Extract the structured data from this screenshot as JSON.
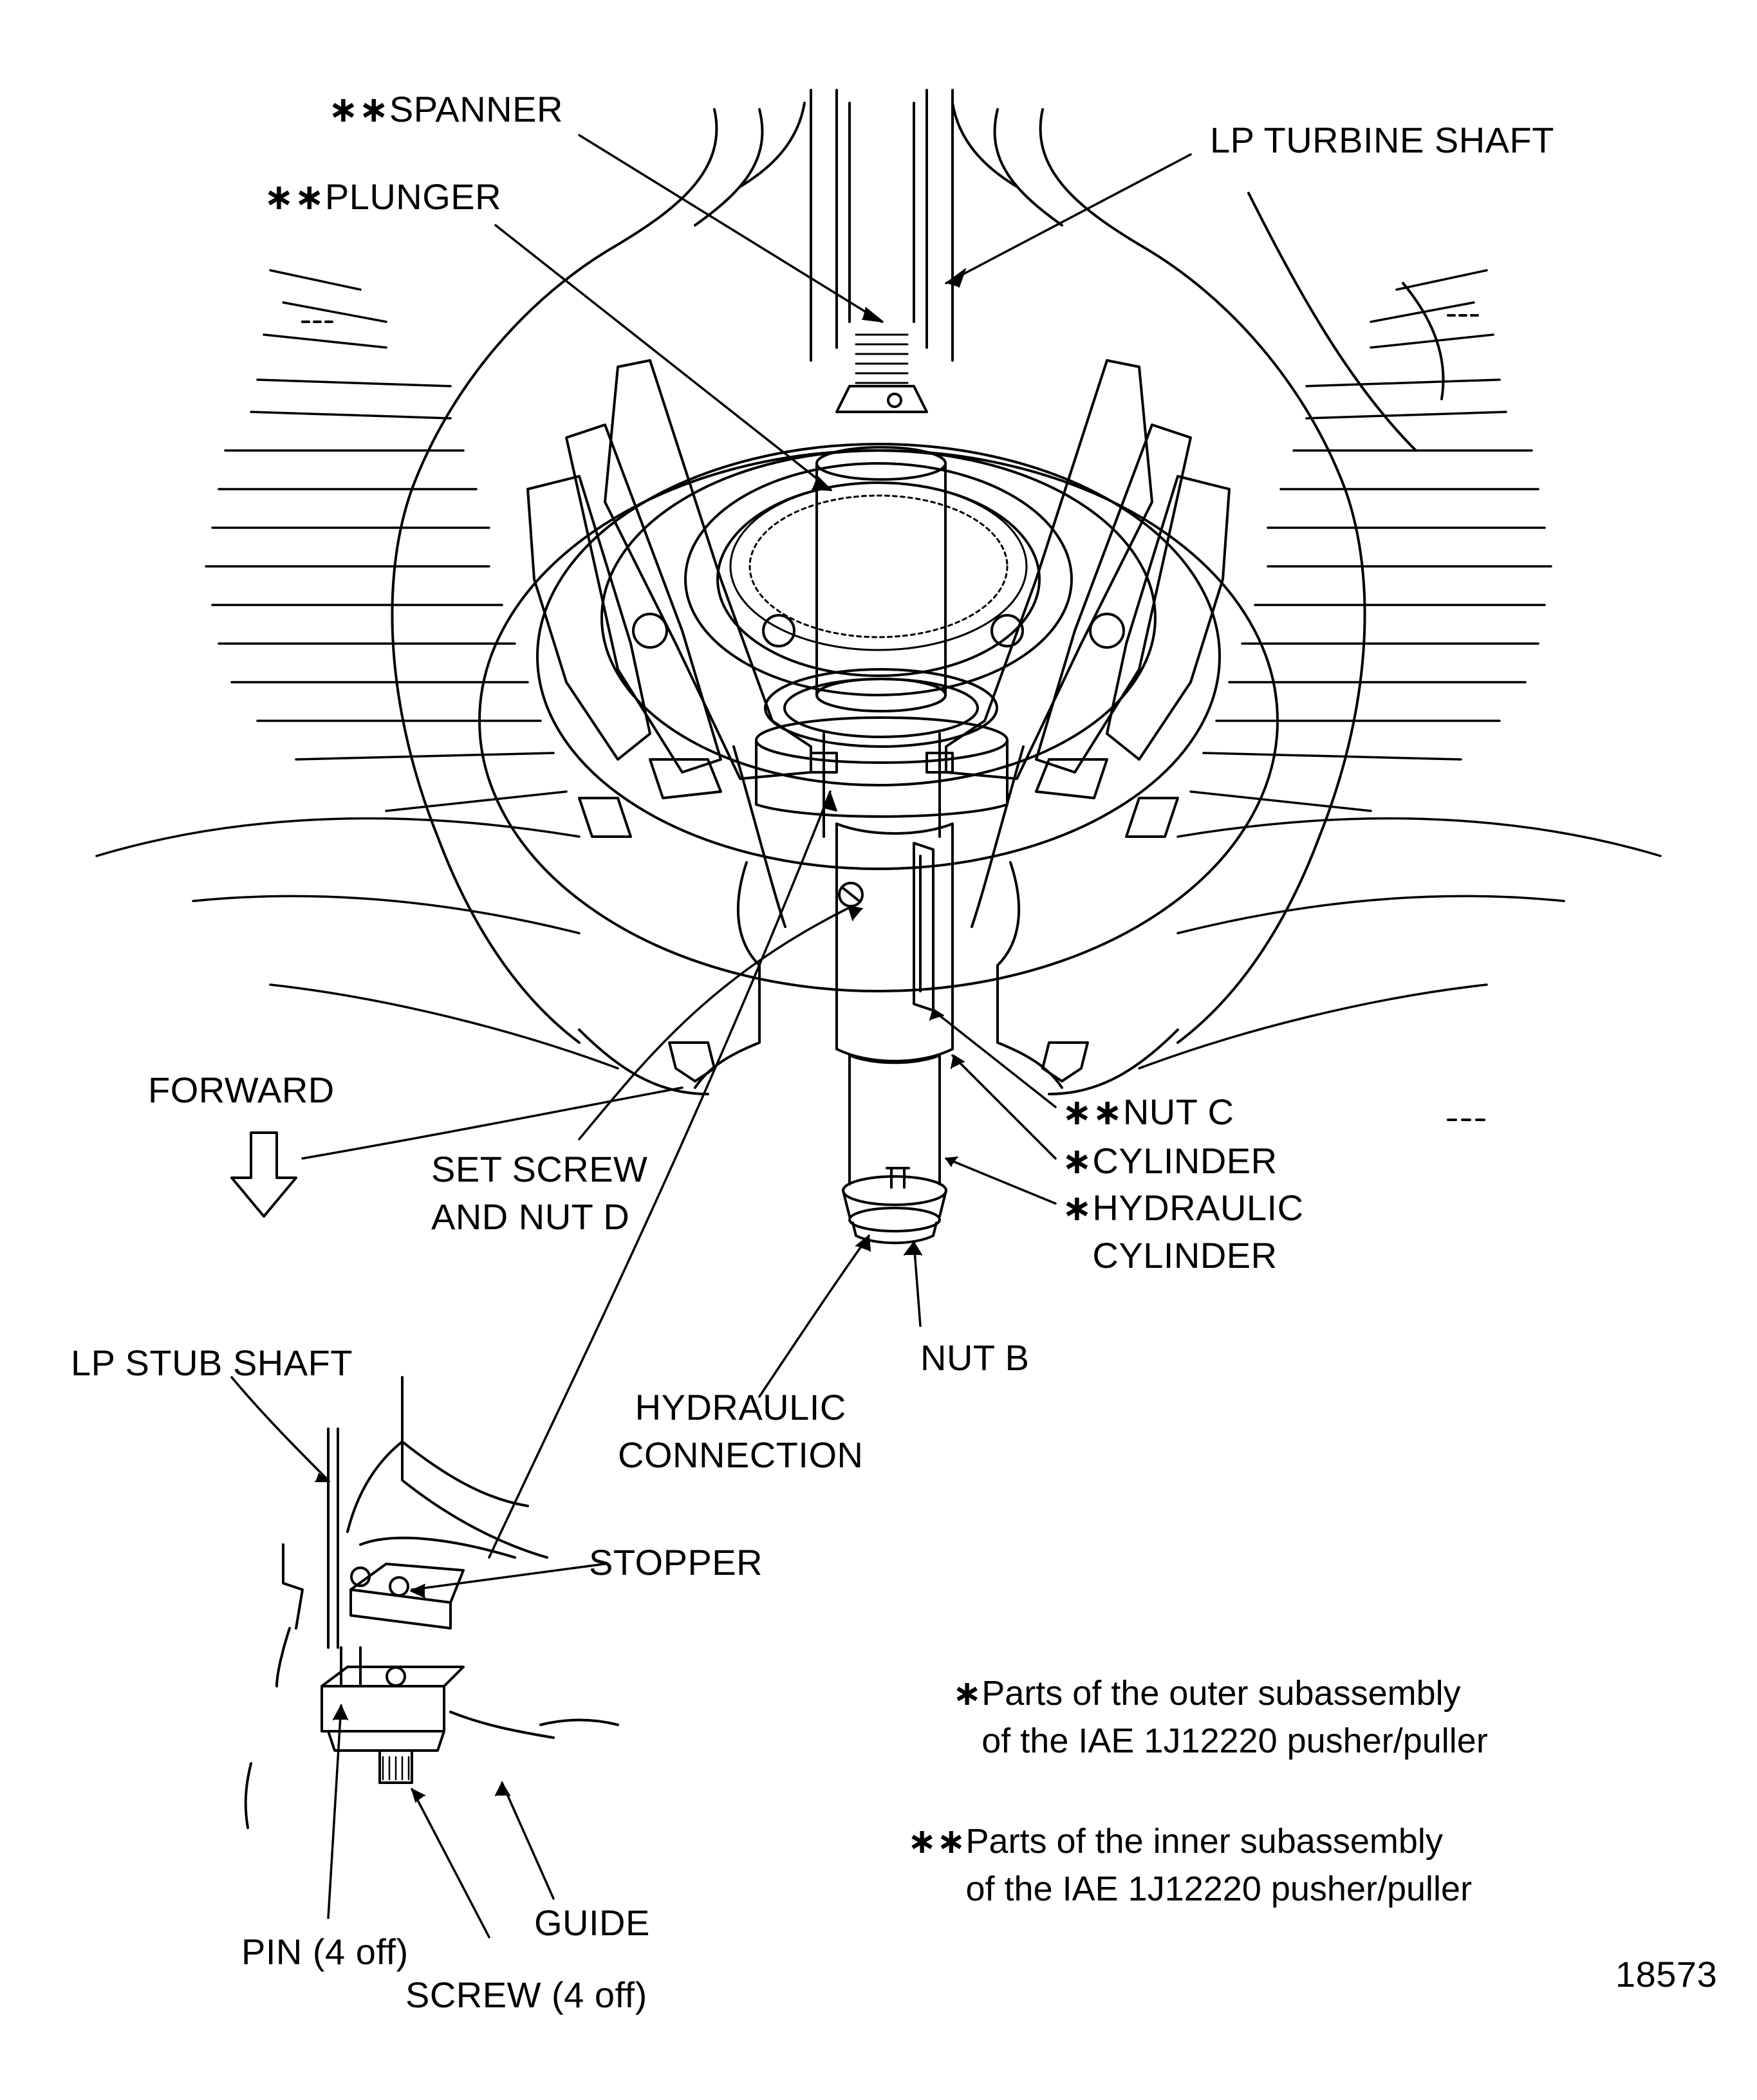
{
  "labels": {
    "spanner": "SPANNER",
    "lp_turbine_shaft": "LP TURBINE SHAFT",
    "plunger": "PLUNGER",
    "forward": "FORWARD",
    "set_screw": "SET SCREW\nAND NUT D",
    "nut_c": "NUT C",
    "cylinder": "CYLINDER",
    "hydraulic_cylinder": "HYDRAULIC\nCYLINDER",
    "nut_b": "NUT B",
    "hydraulic_connection": "HYDRAULIC\nCONNECTION",
    "lp_stub_shaft": "LP STUB SHAFT",
    "stopper": "STOPPER",
    "guide": "GUIDE",
    "pin": "PIN (4 off)",
    "screw": "SCREW (4 off)",
    "figure_number": "18573"
  },
  "markers": {
    "single": "∗",
    "double": "∗∗"
  },
  "notes": {
    "outer": "Parts of the outer subassembly\nof the IAE 1J12220 pusher/puller",
    "inner": "Parts of the inner subassembly\nof the IAE 1J12220 pusher/puller"
  }
}
